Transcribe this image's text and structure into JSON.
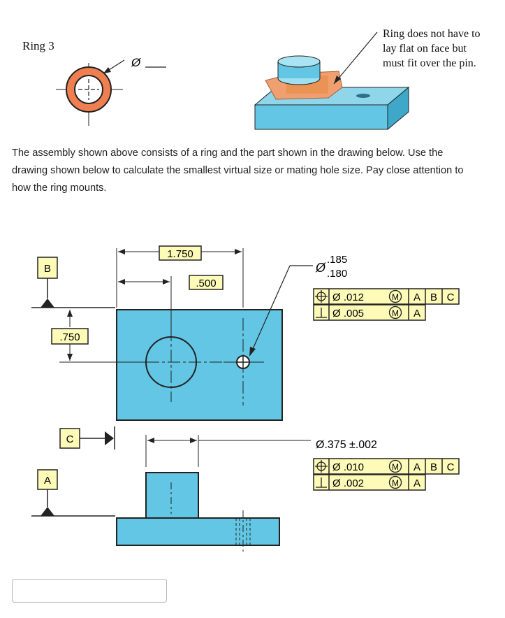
{
  "top_illustration": {
    "ring_label": "Ring 3",
    "diameter_symbol": "Ø",
    "callout_note": [
      "Ring does not have to",
      "lay flat on face but",
      "must fit over the pin."
    ]
  },
  "question": {
    "lines": [
      "The assembly shown above consists of a ring and the part shown in the drawing below. Use the",
      "drawing shown below to calculate the smallest virtual size or mating hole size. Pay close attention to",
      "how the ring mounts."
    ]
  },
  "drawing": {
    "datum_b": "B",
    "datum_c": "C",
    "datum_a": "A",
    "dim_1750": "1.750",
    "dim_500": ".500",
    "dim_750": ".750",
    "hole_size_upper": ".185",
    "hole_size_lower": ".180",
    "pin_size": "Ø.375 ±.002",
    "hole_fcf_position": {
      "tolerance": "Ø .012",
      "modifier": "M",
      "datums": [
        "A",
        "B",
        "C"
      ]
    },
    "hole_fcf_perpendicularity": {
      "tolerance": "Ø .005",
      "modifier": "M",
      "datums": [
        "A"
      ]
    },
    "pin_fcf_position": {
      "tolerance": "Ø .010",
      "modifier": "M",
      "datums": [
        "A",
        "B",
        "C"
      ]
    },
    "pin_fcf_perpendicularity": {
      "tolerance": "Ø .002",
      "modifier": "M",
      "datums": [
        "A"
      ]
    }
  },
  "colors": {
    "part_fill": "#63c6e4",
    "ring_orange": "#ef7f50",
    "fcf_fill": "#fdfbb7"
  },
  "answer": {
    "value": ""
  }
}
